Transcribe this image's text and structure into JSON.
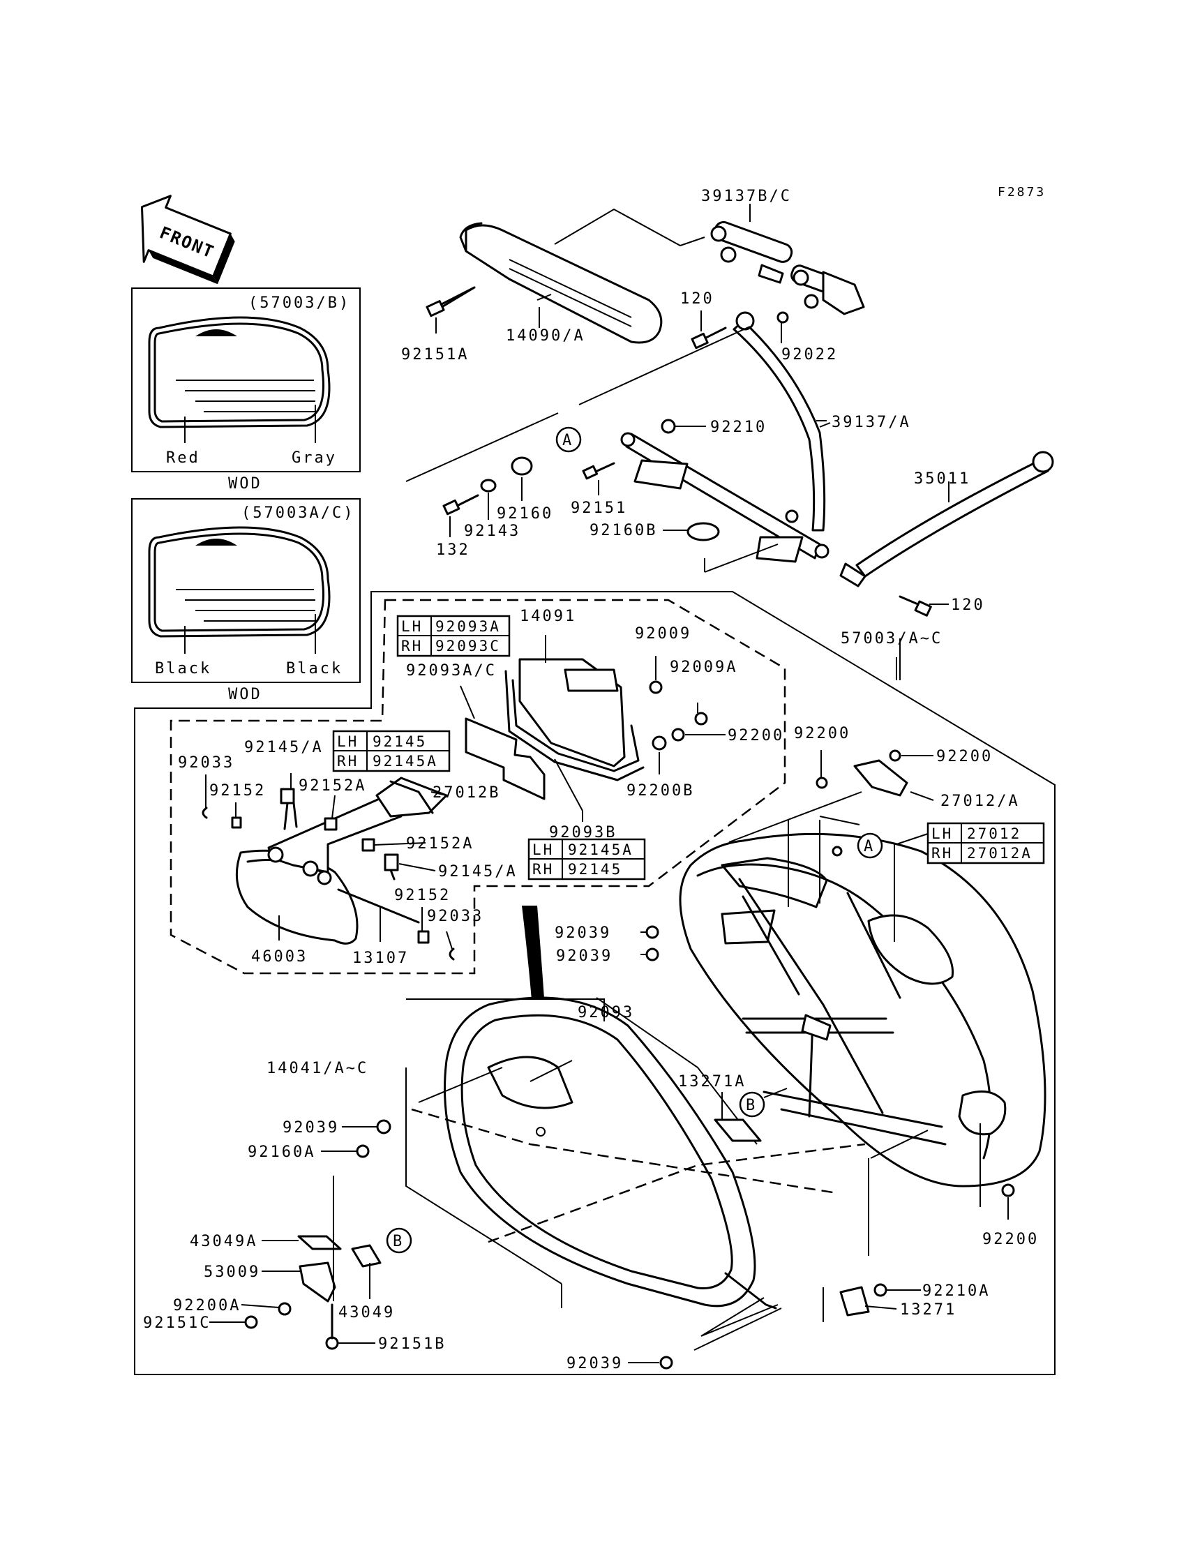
{
  "figure_code": "F2873",
  "front_label": "FRONT",
  "inset_top": {
    "code": "(57003/B)",
    "left_color": "Red",
    "right_color": "Gray",
    "note": "WOD"
  },
  "inset_bottom": {
    "code": "(57003A/C)",
    "left_color": "Black",
    "right_color": "Black",
    "note": "WOD"
  },
  "tables": {
    "t92093": [
      [
        "LH",
        "92093A"
      ],
      [
        "RH",
        "92093C"
      ]
    ],
    "t92145": [
      [
        "LH",
        "92145"
      ],
      [
        "RH",
        "92145A"
      ]
    ],
    "t92145b": [
      [
        "LH",
        "92145A"
      ],
      [
        "RH",
        "92145"
      ]
    ],
    "t27012": [
      [
        "LH",
        "27012"
      ],
      [
        "RH",
        "27012A"
      ]
    ]
  },
  "callouts": {
    "A": "A",
    "B": "B"
  },
  "part_labels": {
    "p39137bc": "39137B/C",
    "p14090a": "14090/A",
    "p92151a": "92151A",
    "p120_top": "120",
    "p92022": "92022",
    "p92210": "92210",
    "p39137a": "39137/A",
    "p35011": "35011",
    "p120_right": "120",
    "p92160": "92160",
    "p92143": "92143",
    "p132": "132",
    "p92151": "92151",
    "p92160b": "92160B",
    "p57003ac": "57003/A~C",
    "p14091": "14091",
    "p92009": "92009",
    "p92009a": "92009A",
    "p92093ac": "92093A/C",
    "p92200_a": "92200",
    "p92200_b": "92200",
    "p92200_c": "92200",
    "p92200b": "92200B",
    "p92093b": "92093B",
    "p27012b": "27012B",
    "p27012a": "27012/A",
    "p92145a_1": "92145/A",
    "p92033_1": "92033",
    "p92152_1": "92152",
    "p92152a_1": "92152A",
    "p92152a_2": "92152A",
    "p92145a_2": "92145/A",
    "p92152_2": "92152",
    "p92033_2": "92033",
    "p46003": "46003",
    "p13107": "13107",
    "p92039_1": "92039",
    "p92039_2": "92039",
    "p92093": "92093",
    "p14041": "14041/A~C",
    "p13271a": "13271A",
    "p92039_3": "92039",
    "p92160a": "92160A",
    "p43049a": "43049A",
    "p53009": "53009",
    "p92200a": "92200A",
    "p92151c": "92151C",
    "p43049": "43049",
    "p92151b": "92151B",
    "p92200_d": "92200",
    "p92210a": "92210A",
    "p13271": "13271",
    "p92039_4": "92039"
  }
}
